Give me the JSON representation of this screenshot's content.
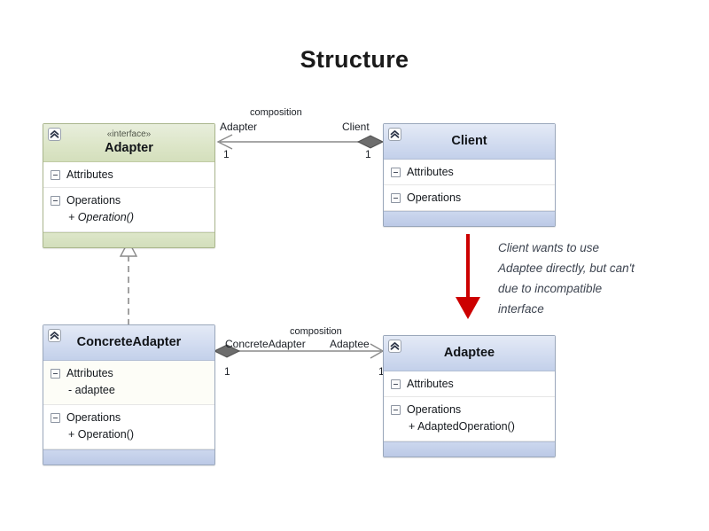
{
  "page": {
    "title": "Structure"
  },
  "classes": {
    "adapter": {
      "stereotype": "«interface»",
      "name": "Adapter",
      "attributes_label": "Attributes",
      "operations_label": "Operations",
      "attributes": [],
      "operations": [
        "+ Operation()"
      ],
      "badge_icon": "chevron-up-icon",
      "header_color": "#d9e3c4",
      "border_color": "#a9b58c"
    },
    "client": {
      "stereotype": "",
      "name": "Client",
      "attributes_label": "Attributes",
      "operations_label": "Operations",
      "attributes": [],
      "operations": [],
      "badge_icon": "chevron-up-icon",
      "header_color": "#c9d5ed",
      "border_color": "#9aa7bb"
    },
    "concrete_adapter": {
      "stereotype": "",
      "name": "ConcreteAdapter",
      "attributes_label": "Attributes",
      "operations_label": "Operations",
      "attributes": [
        "- adaptee"
      ],
      "operations": [
        "+ Operation()"
      ],
      "badge_icon": "chevron-up-icon",
      "header_color": "#c9d5ed",
      "border_color": "#9aa7bb"
    },
    "adaptee": {
      "stereotype": "",
      "name": "Adaptee",
      "attributes_label": "Attributes",
      "operations_label": "Operations",
      "attributes": [],
      "operations": [
        "+ AdaptedOperation()"
      ],
      "badge_icon": "chevron-up-icon",
      "header_color": "#c9d5ed",
      "border_color": "#9aa7bb"
    }
  },
  "connectors": {
    "client_to_adapter": {
      "kind": "composition",
      "type_label": "composition",
      "source_role": "Client",
      "target_role": "Adapter",
      "source_multiplicity": "1",
      "target_multiplicity": "1"
    },
    "concrete_to_adaptee": {
      "kind": "composition",
      "type_label": "composition",
      "source_role": "ConcreteAdapter",
      "target_role": "Adaptee",
      "source_multiplicity": "1",
      "target_multiplicity": "1"
    },
    "realization": {
      "kind": "realization",
      "label": "",
      "from": "ConcreteAdapter",
      "to": "Adapter"
    }
  },
  "note": {
    "color": "#cc0000",
    "lines": [
      "Client wants to use",
      "Adaptee directly, but can't",
      "due to incompatible",
      "interface"
    ]
  }
}
